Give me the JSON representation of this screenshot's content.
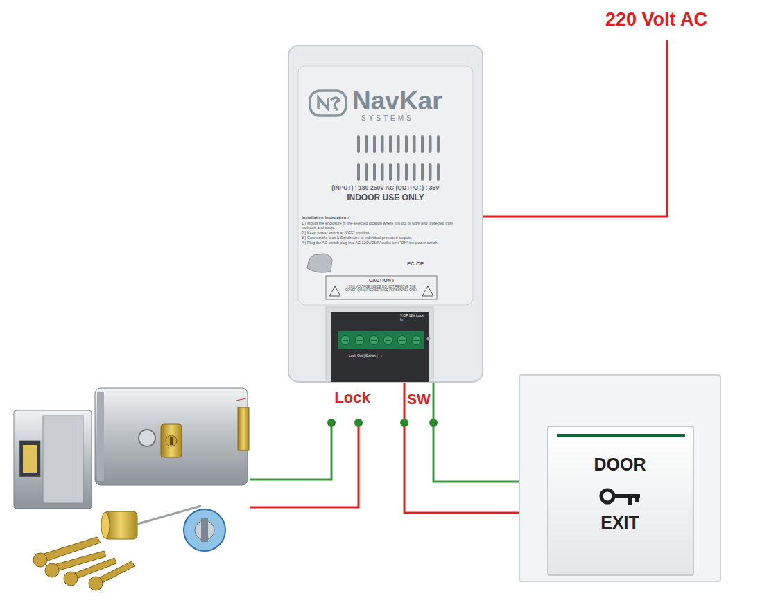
{
  "diagram": {
    "nodes": [
      {
        "text": [
          "NavKar",
          "SYSTEMS",
          "(INPUT) : 180-250V AC (OUTPUT) : 35V",
          "INDOOR USE ONLY",
          "Installation Instruction :-",
          "1.) Mount the enclosure in pre-selected location where it is out of sight and protected from moisture and water.",
          "2.) Keep power switch at \"OFF\" position.",
          "3.) Connect the lock & Switch wire to individual protected outputs.",
          "4.) Plug the AC switch plug into AC 120V/260V outlet turn \"ON\" the power switch.",
          "FC CE",
          "CAUTION !",
          "HIGH VOLTAGE INSIDE DO NOT REMOVE THE COVER QUALIFIED SERVICE PERSONNEL ONLY",
          "V.OP 12V Lock In",
          "Lock Out | Switch | - +"
        ]
      },
      {
        "text": [
          "DOOR",
          "EXIT"
        ]
      }
    ],
    "edges": [
      {
        "from": 0,
        "to": 1,
        "arrow": "none"
      },
      {
        "from": 0,
        "to": 1,
        "arrow": "none"
      }
    ],
    "labels": [
      "220 Volt AC",
      "Lock",
      "SW"
    ]
  }
}
